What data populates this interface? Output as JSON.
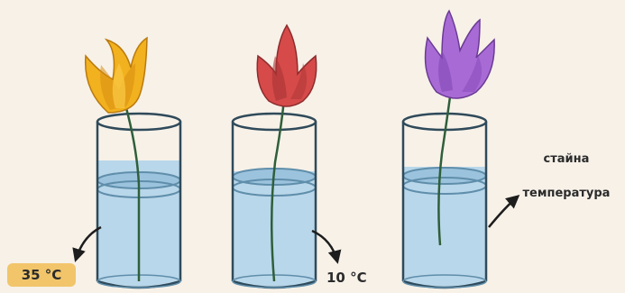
{
  "colors": {
    "background": "#f7f1e8",
    "water": "#b9d7ea",
    "water_surface": "#9cc3dd",
    "glass_outline": "#2f4a5a",
    "stem": "#2f5f3a",
    "label_highlight": "#f2c56b"
  },
  "glasses": [
    {
      "flower_color": "#f2b11e",
      "flower_shade": "#d98d12",
      "temperature_label": "35 °C"
    },
    {
      "flower_color": "#d64a4a",
      "flower_shade": "#a93434",
      "temperature_label": "10 °C"
    },
    {
      "flower_color": "#a86bd6",
      "flower_shade": "#8448b5",
      "temperature_label_line1": "стайна",
      "temperature_label_line2": "температура"
    }
  ]
}
